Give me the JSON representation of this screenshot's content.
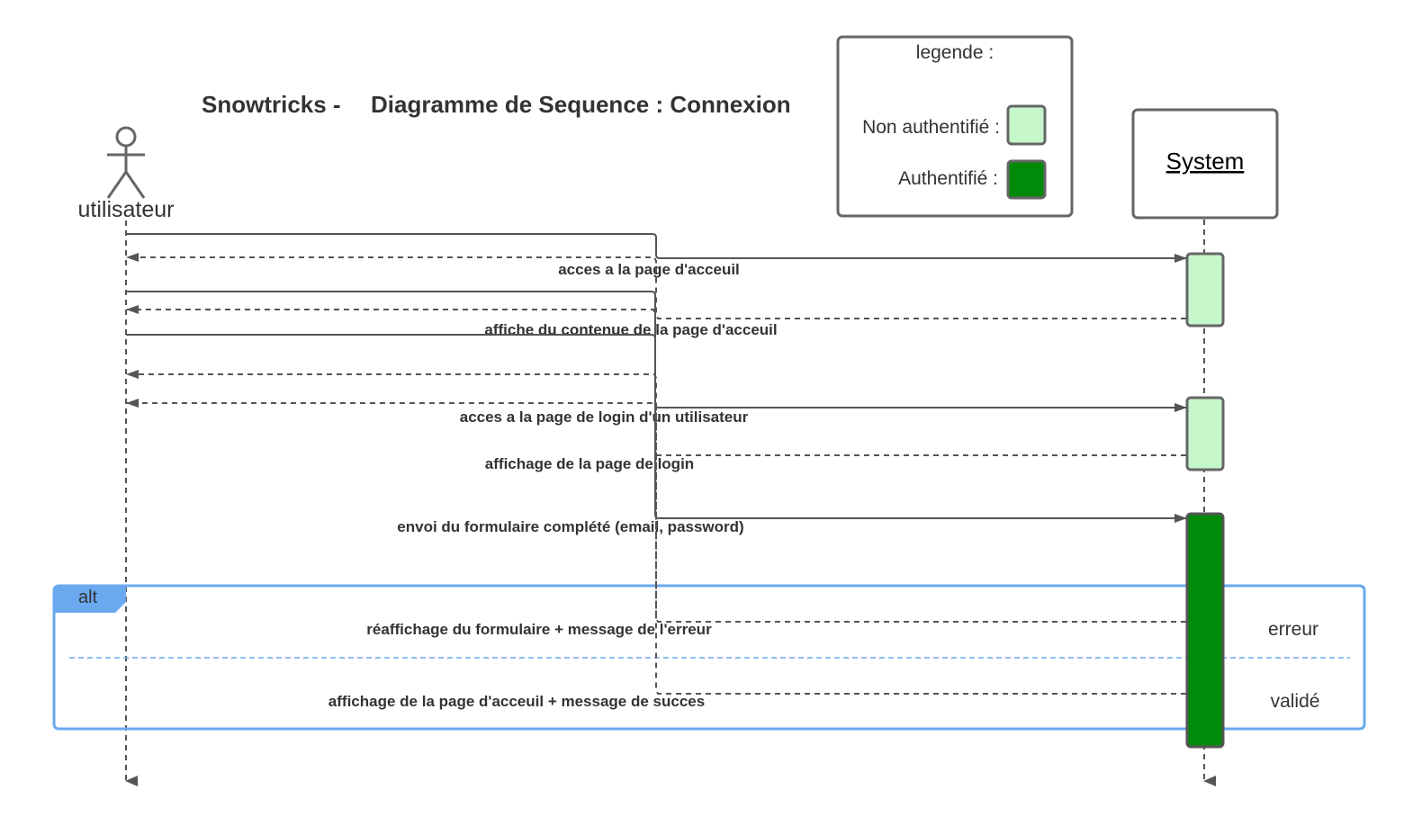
{
  "diagram": {
    "title_part1": "Snowtricks -",
    "title_part2": "Diagramme de Sequence : Connexion",
    "actor": "utilisateur",
    "system": "System",
    "legend": {
      "title": "legende :",
      "items": [
        {
          "label": "Non authentifié :",
          "color": "#c6f7cb"
        },
        {
          "label": "Authentifié :",
          "color": "#008a0a"
        }
      ]
    },
    "messages": [
      {
        "label": "acces a la page d'acceuil"
      },
      {
        "label": "affiche du contenue de la page d'acceuil"
      },
      {
        "label": "acces  a  la page de login d'un utilisateur"
      },
      {
        "label": "affichage de la page de login"
      },
      {
        "label": "envoi du formulaire complété (email, password)"
      },
      {
        "label": "réaffichage du formulaire + message de l'erreur"
      },
      {
        "label": "affichage de la page d'acceuil + message de succes"
      }
    ],
    "fragment": {
      "operator": "alt",
      "guards": [
        "erreur",
        "validé"
      ]
    },
    "colors": {
      "line": "#555555",
      "fragment": "#6aa9f0",
      "not_authenticated": "#c6f7cb",
      "authenticated": "#008a0a"
    }
  }
}
